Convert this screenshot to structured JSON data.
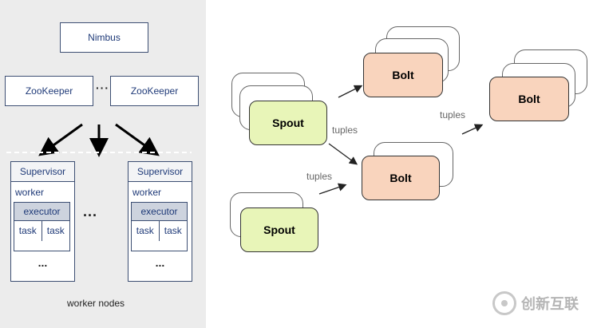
{
  "cluster": {
    "nimbus": "Nimbus",
    "zookeeper_left": "ZooKeeper",
    "zookeeper_right": "ZooKeeper",
    "zookeeper_dots": "···",
    "middle_dots": "...",
    "caption": "worker nodes",
    "supervisors": [
      {
        "title": "Supervisor",
        "worker": "worker",
        "executor": "executor",
        "task1": "task",
        "task2": "task",
        "more": "..."
      },
      {
        "title": "Supervisor",
        "worker": "worker",
        "executor": "executor",
        "task1": "task",
        "task2": "task",
        "more": "..."
      }
    ]
  },
  "topology": {
    "spouts": [
      "Spout",
      "Spout"
    ],
    "bolts": [
      "Bolt",
      "Bolt",
      "Bolt"
    ],
    "edge_labels": [
      "tuples",
      "tuples",
      "tuples"
    ]
  },
  "watermark": {
    "text": "创新互联"
  },
  "colors": {
    "panel_bg": "#ececec",
    "spout_fill": "#e8f5b8",
    "bolt_fill": "#f9d4bd",
    "exec_header": "#cdd3de",
    "box_border": "#3d4f73"
  }
}
